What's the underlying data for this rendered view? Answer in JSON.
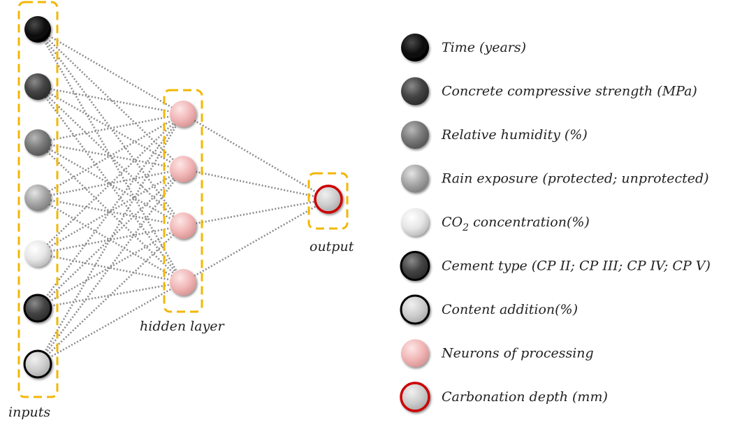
{
  "colors": {
    "group_box": "#f2b705",
    "connection": "#8c8c8c",
    "output_ring": "#cc0000"
  },
  "groups": {
    "inputs_label": "inputs",
    "hidden_label": "hidden layer",
    "output_label": "output"
  },
  "input_nodes": [
    {
      "style": "black"
    },
    {
      "style": "dark"
    },
    {
      "style": "medium"
    },
    {
      "style": "light"
    },
    {
      "style": "white"
    },
    {
      "style": "dark-ring"
    },
    {
      "style": "light-ring"
    }
  ],
  "hidden_nodes": [
    {
      "style": "pink"
    },
    {
      "style": "pink"
    },
    {
      "style": "pink"
    },
    {
      "style": "pink"
    }
  ],
  "output_node": {
    "style": "output"
  },
  "legend": [
    {
      "style": "black",
      "label": "Time (years)"
    },
    {
      "style": "dark",
      "label": "Concrete compressive strength (MPa)"
    },
    {
      "style": "medium",
      "label": "Relative humidity (%)"
    },
    {
      "style": "light",
      "label": "Rain exposure (protected; unprotected)"
    },
    {
      "style": "white",
      "label_prefix": "CO",
      "label_sub": "2",
      "label_suffix": " concentration(%)"
    },
    {
      "style": "dark-ring",
      "label": "Cement type (CP II; CP III; CP IV; CP V)"
    },
    {
      "style": "light-ring",
      "label": "Content addition(%)"
    },
    {
      "style": "pink",
      "label": "Neurons of processing"
    },
    {
      "style": "output",
      "label": "Carbonation depth (mm)"
    }
  ]
}
